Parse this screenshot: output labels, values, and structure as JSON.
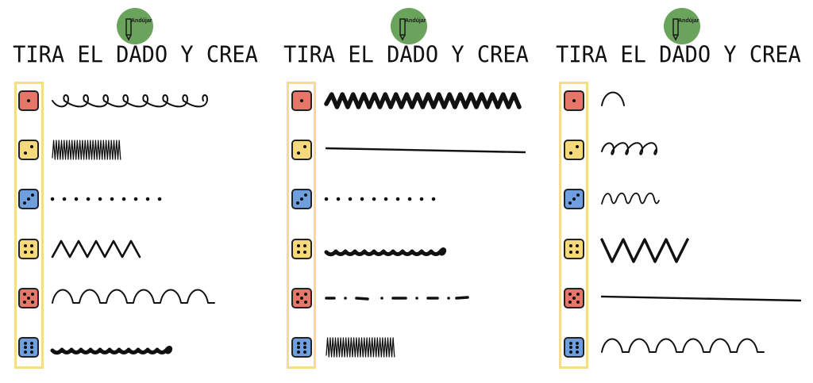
{
  "logo_text": "Andújar",
  "title": "TIRA EL DADO Y CREA",
  "dice_colors": {
    "1": "#e5776a",
    "2": "#f5d97a",
    "3": "#6f9fdf",
    "4": "#f5d97a",
    "5": "#e5776a",
    "6": "#6f9fdf"
  },
  "panels": [
    {
      "rows": [
        {
          "die": 1,
          "stroke": "loops"
        },
        {
          "die": 2,
          "stroke": "scribble"
        },
        {
          "die": 3,
          "stroke": "dots"
        },
        {
          "die": 4,
          "stroke": "zigzag"
        },
        {
          "die": 5,
          "stroke": "arches"
        },
        {
          "die": 6,
          "stroke": "thick-wave"
        }
      ]
    },
    {
      "rows": [
        {
          "die": 1,
          "stroke": "thick-zigzag"
        },
        {
          "die": 2,
          "stroke": "line"
        },
        {
          "die": 3,
          "stroke": "dots"
        },
        {
          "die": 4,
          "stroke": "thick-wave"
        },
        {
          "die": 5,
          "stroke": "dash-dot"
        },
        {
          "die": 6,
          "stroke": "scribble"
        }
      ]
    },
    {
      "rows": [
        {
          "die": 1,
          "stroke": "single-arch"
        },
        {
          "die": 2,
          "stroke": "small-loops"
        },
        {
          "die": 3,
          "stroke": "small-wave"
        },
        {
          "die": 4,
          "stroke": "big-zigzag"
        },
        {
          "die": 5,
          "stroke": "line"
        },
        {
          "die": 6,
          "stroke": "arches"
        }
      ]
    }
  ]
}
